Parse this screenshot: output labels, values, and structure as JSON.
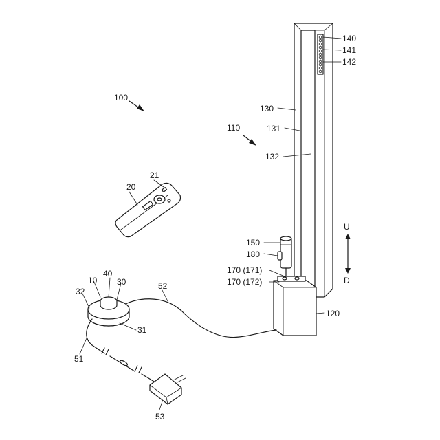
{
  "labels": {
    "l100": "100",
    "l110": "110",
    "l120": "120",
    "l130": "130",
    "l131": "131",
    "l132": "132",
    "l140": "140",
    "l141": "141",
    "l142": "142",
    "l150": "150",
    "l180": "180",
    "l170a": "170 (171)",
    "l170b": "170 (172)",
    "l10": "10",
    "l20": "20",
    "l21": "21",
    "l30": "30",
    "l31": "31",
    "l32": "32",
    "l40": "40",
    "l51": "51",
    "l52": "52",
    "l53": "53",
    "dirU": "U",
    "dirD": "D"
  }
}
